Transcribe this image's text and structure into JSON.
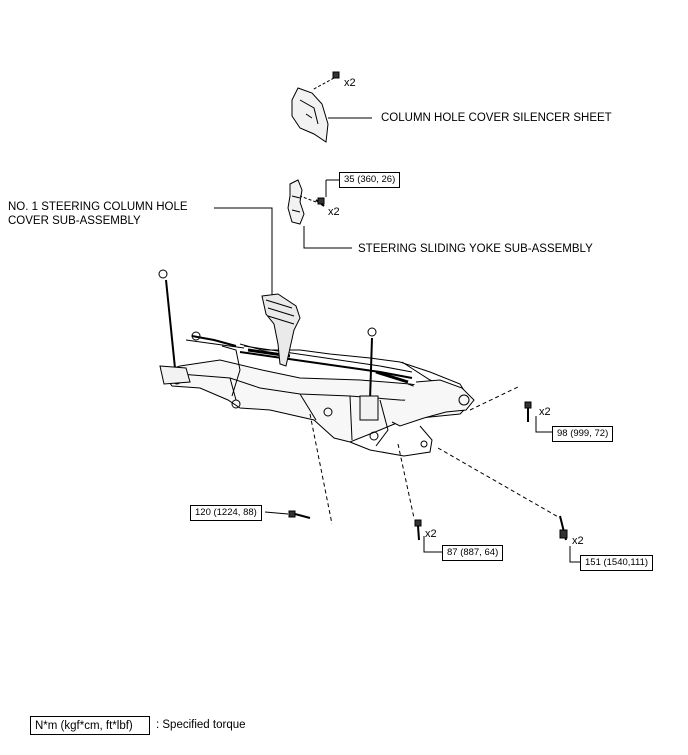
{
  "labels": {
    "column_hole_cover_silencer_sheet": "COLUMN HOLE COVER SILENCER SHEET",
    "no1_column_hole_cover_line1": "NO. 1 STEERING COLUMN HOLE",
    "no1_column_hole_cover_line2": "COVER SUB-ASSEMBLY",
    "steering_sliding_yoke": "STEERING SLIDING YOKE SUB-ASSEMBLY"
  },
  "torques": {
    "t35": "35 (360, 26)",
    "t98": "98 (999, 72)",
    "t120": "120 (1224, 88)",
    "t87": "87 (887, 64)",
    "t151": "151 (1540,111)"
  },
  "quantities": {
    "q_top": "x2",
    "q_yoke": "x2",
    "q_98": "x2",
    "q_87": "x2",
    "q_151": "x2"
  },
  "legend": {
    "box_text": "N*m (kgf*cm, ft*lbf)",
    "description": ": Specified torque"
  }
}
